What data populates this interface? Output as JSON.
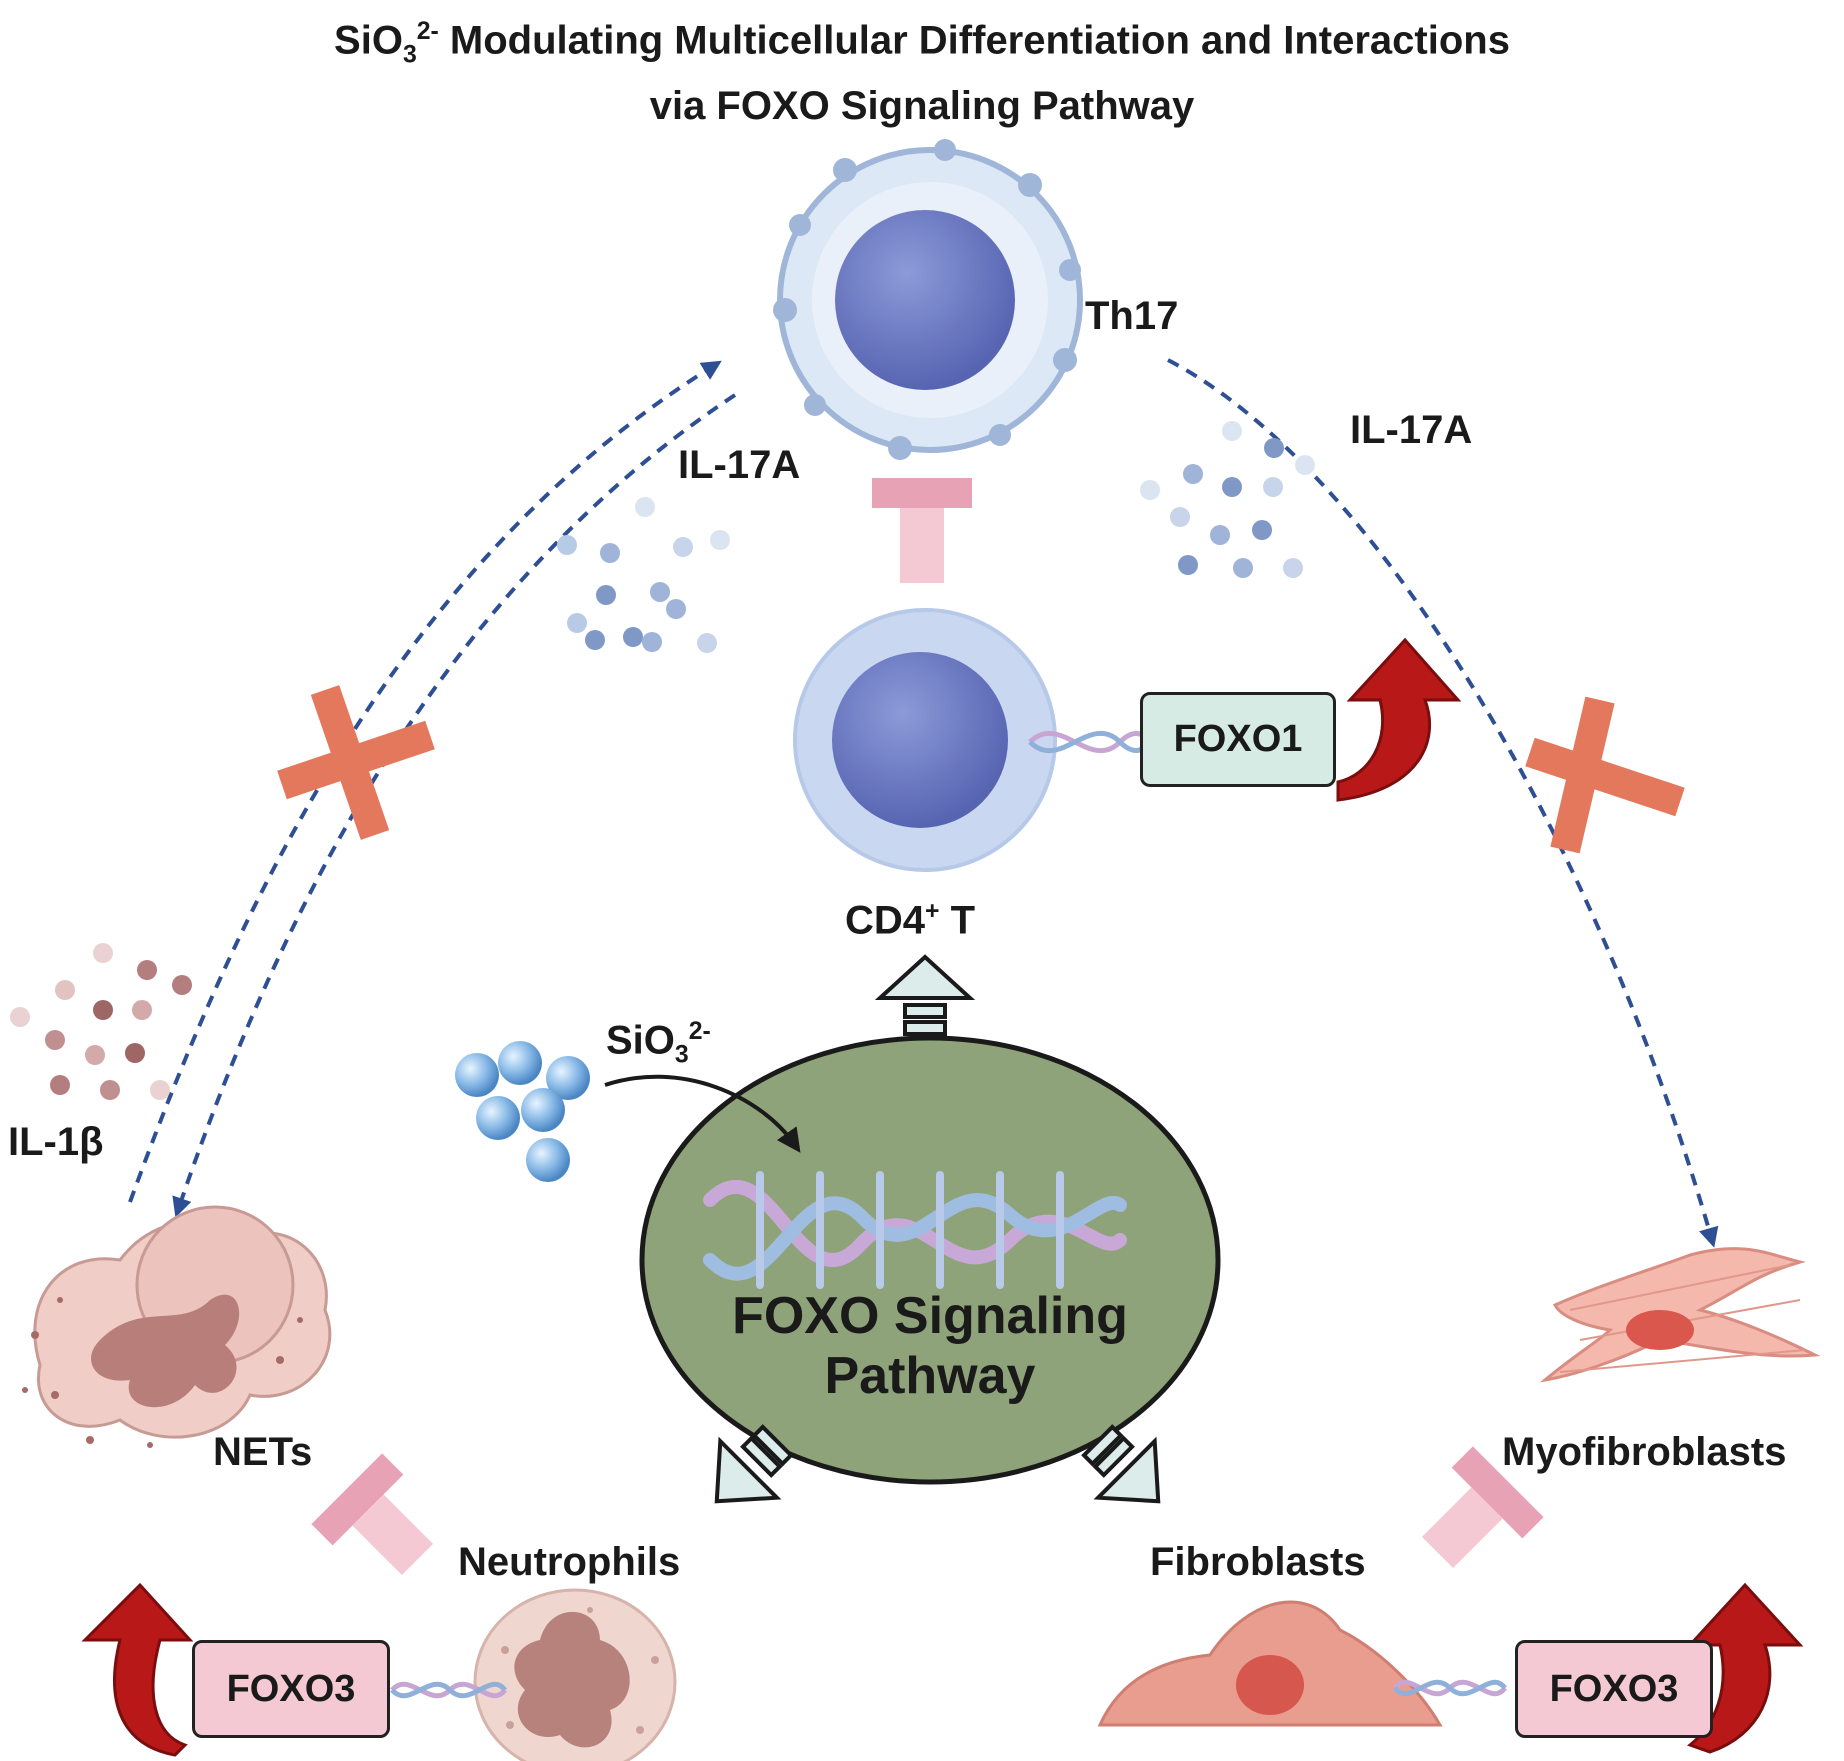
{
  "title": {
    "line1_prefix": "SiO",
    "line1_sub": "3",
    "line1_sup": "2-",
    "line1_rest": " Modulating Multicellular Differentiation and Interactions",
    "line2": "via FOXO Signaling Pathway"
  },
  "center": {
    "line1": "FOXO Signaling",
    "line2": "Pathway"
  },
  "ion": {
    "prefix": "SiO",
    "sub": "3",
    "sup": "2-"
  },
  "cells": {
    "th17": "Th17",
    "cd4_prefix": "CD4",
    "cd4_sup": "+",
    "cd4_suffix": " T",
    "nets": "NETs",
    "neutrophils": "Neutrophils",
    "fibroblasts": "Fibroblasts",
    "myofibroblasts": "Myofibroblasts"
  },
  "cytokines": {
    "il17a_left": "IL-17A",
    "il17a_right": "IL-17A",
    "il1b": "IL-1β"
  },
  "genes": {
    "foxo1": "FOXO1",
    "foxo3_left": "FOXO3",
    "foxo3_right": "FOXO3"
  },
  "colors": {
    "center_fill": "#8fa37a",
    "dashed_arrow": "#2e4f93",
    "inhibit_pink": "#e8a2b6",
    "block_cross": "#e4785d",
    "up_arrow_red": "#b81818",
    "hollow_arrow": "#dcecea"
  }
}
